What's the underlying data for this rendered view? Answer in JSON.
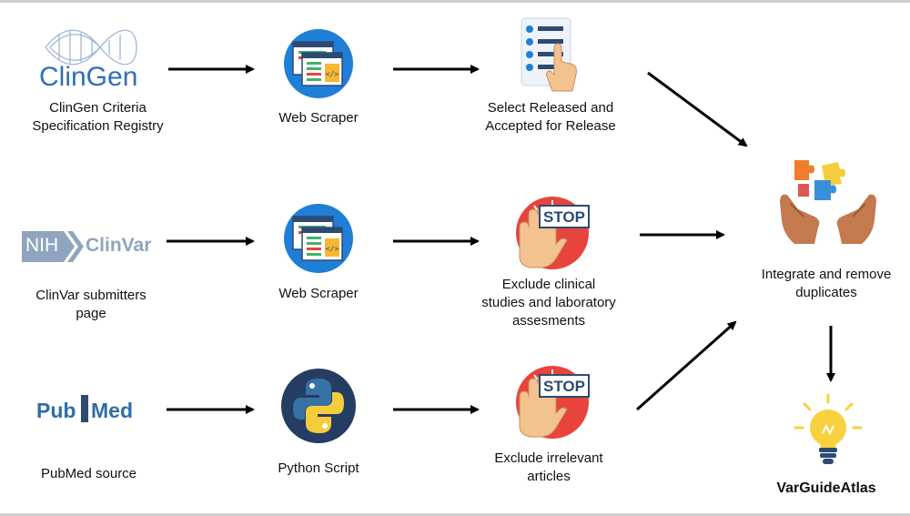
{
  "logos": {
    "clingen": "ClinGen",
    "nih": "NIH",
    "clinvar": "ClinVar",
    "pubmed_pub": "Pub",
    "pubmed_med": "Med"
  },
  "rows": [
    {
      "source_line1": "ClinGen Criteria",
      "source_line2": "Specification Registry",
      "tool": "Web Scraper",
      "filter_line1": "Select Released and",
      "filter_line2": "Accepted for Release"
    },
    {
      "source_line1": "ClinVar submitters",
      "source_line2": "page",
      "tool": "Web Scraper",
      "filter_line1": "Exclude clinical",
      "filter_line2": "studies and laboratory",
      "filter_line3": "assesments"
    },
    {
      "source_line1": "PubMed source",
      "tool": "Python Script",
      "filter_line1": "Exclude irrelevant",
      "filter_line2": "articles"
    }
  ],
  "stop_sign": "STOP",
  "integrate": {
    "line1": "Integrate and remove",
    "line2": "duplicates"
  },
  "output": "VarGuideAtlas",
  "colors": {
    "scraper_blue": "#1f7fd6",
    "stop_red": "#e8433c",
    "hand_skin": "#f2c38f",
    "bulb_yellow": "#f7d23e",
    "python_blue": "#3772a4",
    "python_yellow": "#f5cd3c",
    "clinvar_grey": "#8ea5bd",
    "pubmed_blue": "#2f6da8"
  }
}
